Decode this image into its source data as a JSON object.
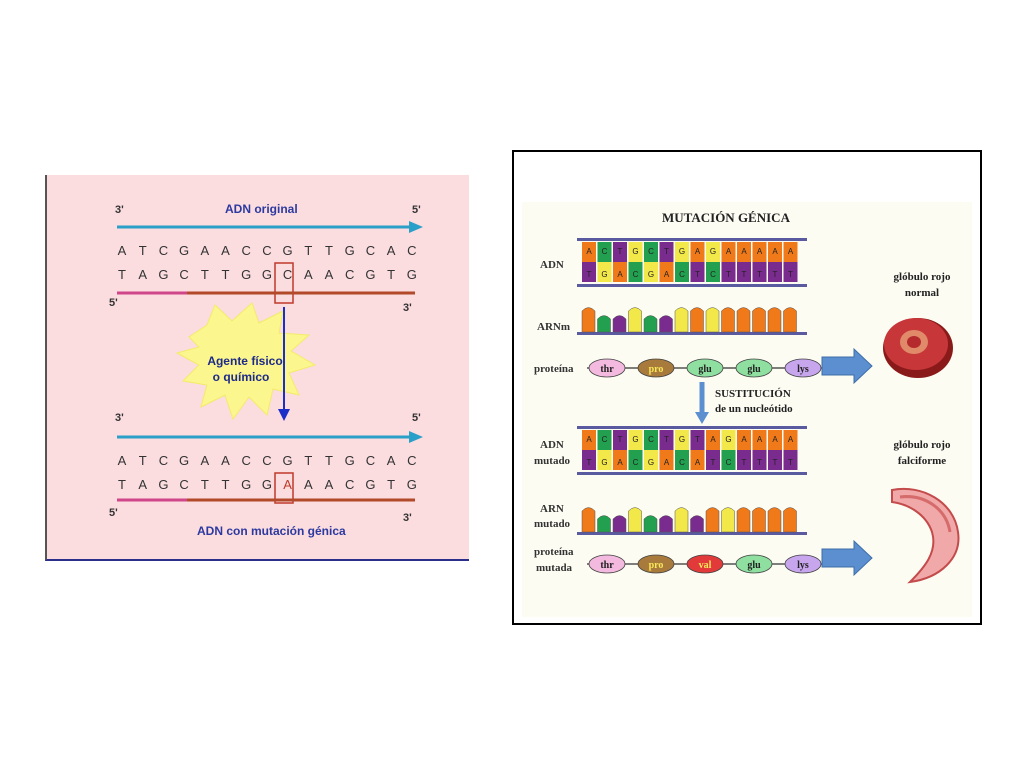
{
  "left": {
    "top": {
      "end_3": "3'",
      "end_5": "5'",
      "title": "ADN original",
      "strand_top": [
        "A",
        "T",
        "C",
        "G",
        "A",
        "A",
        "C",
        "C",
        "G",
        "T",
        "T",
        "G",
        "C",
        "A",
        "C"
      ],
      "strand_bottom": [
        "T",
        "A",
        "G",
        "C",
        "T",
        "T",
        "G",
        "G",
        "C",
        "A",
        "A",
        "C",
        "G",
        "T",
        "G"
      ],
      "end_5b": "5'",
      "end_3b": "3'"
    },
    "agent_line1": "Agente físico",
    "agent_line2": "o químico",
    "bottom": {
      "end_3": "3'",
      "end_5": "5'",
      "strand_top": [
        "A",
        "T",
        "C",
        "G",
        "A",
        "A",
        "C",
        "C",
        "G",
        "T",
        "T",
        "G",
        "C",
        "A",
        "C"
      ],
      "strand_bottom": [
        "T",
        "A",
        "G",
        "C",
        "T",
        "T",
        "G",
        "G",
        "A",
        "A",
        "A",
        "C",
        "G",
        "T",
        "G"
      ],
      "end_5b": "5'",
      "end_3b": "3'",
      "caption": "ADN con mutación génica"
    }
  },
  "right": {
    "title": "MUTACIÓN GÉNICA",
    "label_adn": "ADN",
    "label_arnm": "ARNm",
    "label_proteina": "proteína",
    "label_adn_mutado_1": "ADN",
    "label_adn_mutado_2": "mutado",
    "label_arn_mutado_1": "ARN",
    "label_arn_mutado_2": "mutado",
    "label_proteina_mutada_1": "proteína",
    "label_proteina_mutada_2": "mutada",
    "sustitucion_1": "SUSTITUCIÓN",
    "sustitucion_2": "de un nucleótido",
    "globulo_normal_1": "glóbulo rojo",
    "globulo_normal_2": "normal",
    "globulo_falci_1": "glóbulo rojo",
    "globulo_falci_2": "falciforme",
    "dna_top": [
      "A",
      "C",
      "T",
      "G",
      "C",
      "T",
      "G",
      "A",
      "G",
      "A",
      "A",
      "A",
      "A",
      "A"
    ],
    "dna_bottom": [
      "T",
      "G",
      "A",
      "C",
      "G",
      "A",
      "C",
      "T",
      "C",
      "T",
      "T",
      "T",
      "T",
      "T"
    ],
    "dna_mut_top": [
      "A",
      "C",
      "T",
      "G",
      "C",
      "T",
      "G",
      "T",
      "A",
      "G",
      "A",
      "A",
      "A",
      "A"
    ],
    "dna_mut_bottom": [
      "T",
      "G",
      "A",
      "C",
      "G",
      "A",
      "C",
      "A",
      "T",
      "C",
      "T",
      "T",
      "T",
      "T"
    ],
    "protein": [
      {
        "name": "thr",
        "color": "#f4b9de"
      },
      {
        "name": "pro",
        "color": "#a87a3c"
      },
      {
        "name": "glu",
        "color": "#8fe0a0"
      },
      {
        "name": "glu",
        "color": "#8fe0a0"
      },
      {
        "name": "lys",
        "color": "#c8a6ee"
      }
    ],
    "protein_mutated": [
      {
        "name": "thr",
        "color": "#f4b9de"
      },
      {
        "name": "pro",
        "color": "#a87a3c"
      },
      {
        "name": "val",
        "color": "#e23a3a"
      },
      {
        "name": "glu",
        "color": "#8fe0a0"
      },
      {
        "name": "lys",
        "color": "#c8a6ee"
      }
    ],
    "base_colors": {
      "A": "#f07a1a",
      "T": "#7a2c8e",
      "C": "#22a050",
      "G": "#f2e84a"
    }
  }
}
